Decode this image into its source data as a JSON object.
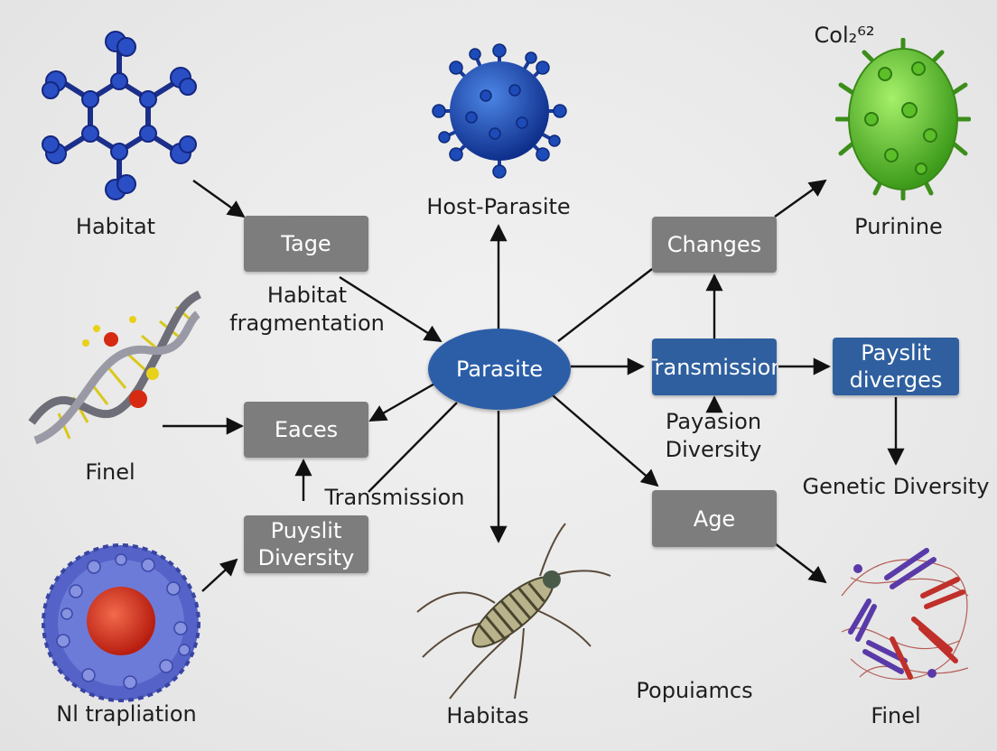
{
  "center_node": "Parasite",
  "boxes": {
    "tage": "Tage",
    "changes": "Changes",
    "transmission": "Transmission",
    "payslit_diverges": [
      "Payslit",
      "diverges"
    ],
    "eaces": "Eaces",
    "puyslit_diversity": [
      "Puyslit",
      "Diversity"
    ],
    "age": "Age"
  },
  "labels": {
    "habitat": "Habitat",
    "host_parasite": "Host-Parasite",
    "col_formula": "Col₂⁶²",
    "purinine": "Purinine",
    "habitat_fragmentation": [
      "Habitat",
      "fragmentation"
    ],
    "finel_left": "Finel",
    "transmission_label": "Transmission",
    "payasion_diversity": [
      "Payasion",
      "Diversity"
    ],
    "genetic_diversity": "Genetic Diversity",
    "nl_trapliation": "Nl trapliation",
    "habitas": "Habitas",
    "popuiamcs": "Popuiamcs",
    "finel_right": "Finel"
  },
  "icons": [
    "molecule-icon",
    "virus-icon",
    "bacterium-icon",
    "dna-helix-icon",
    "cell-nucleus-icon",
    "insect-larva-icon",
    "protein-fibers-icon"
  ],
  "colors": {
    "grey_box": "#7d7d7d",
    "blue_box": "#2f5f9e",
    "center_oval": "#2c5ea8",
    "arrow": "#111111",
    "background": "#ebebeb"
  }
}
